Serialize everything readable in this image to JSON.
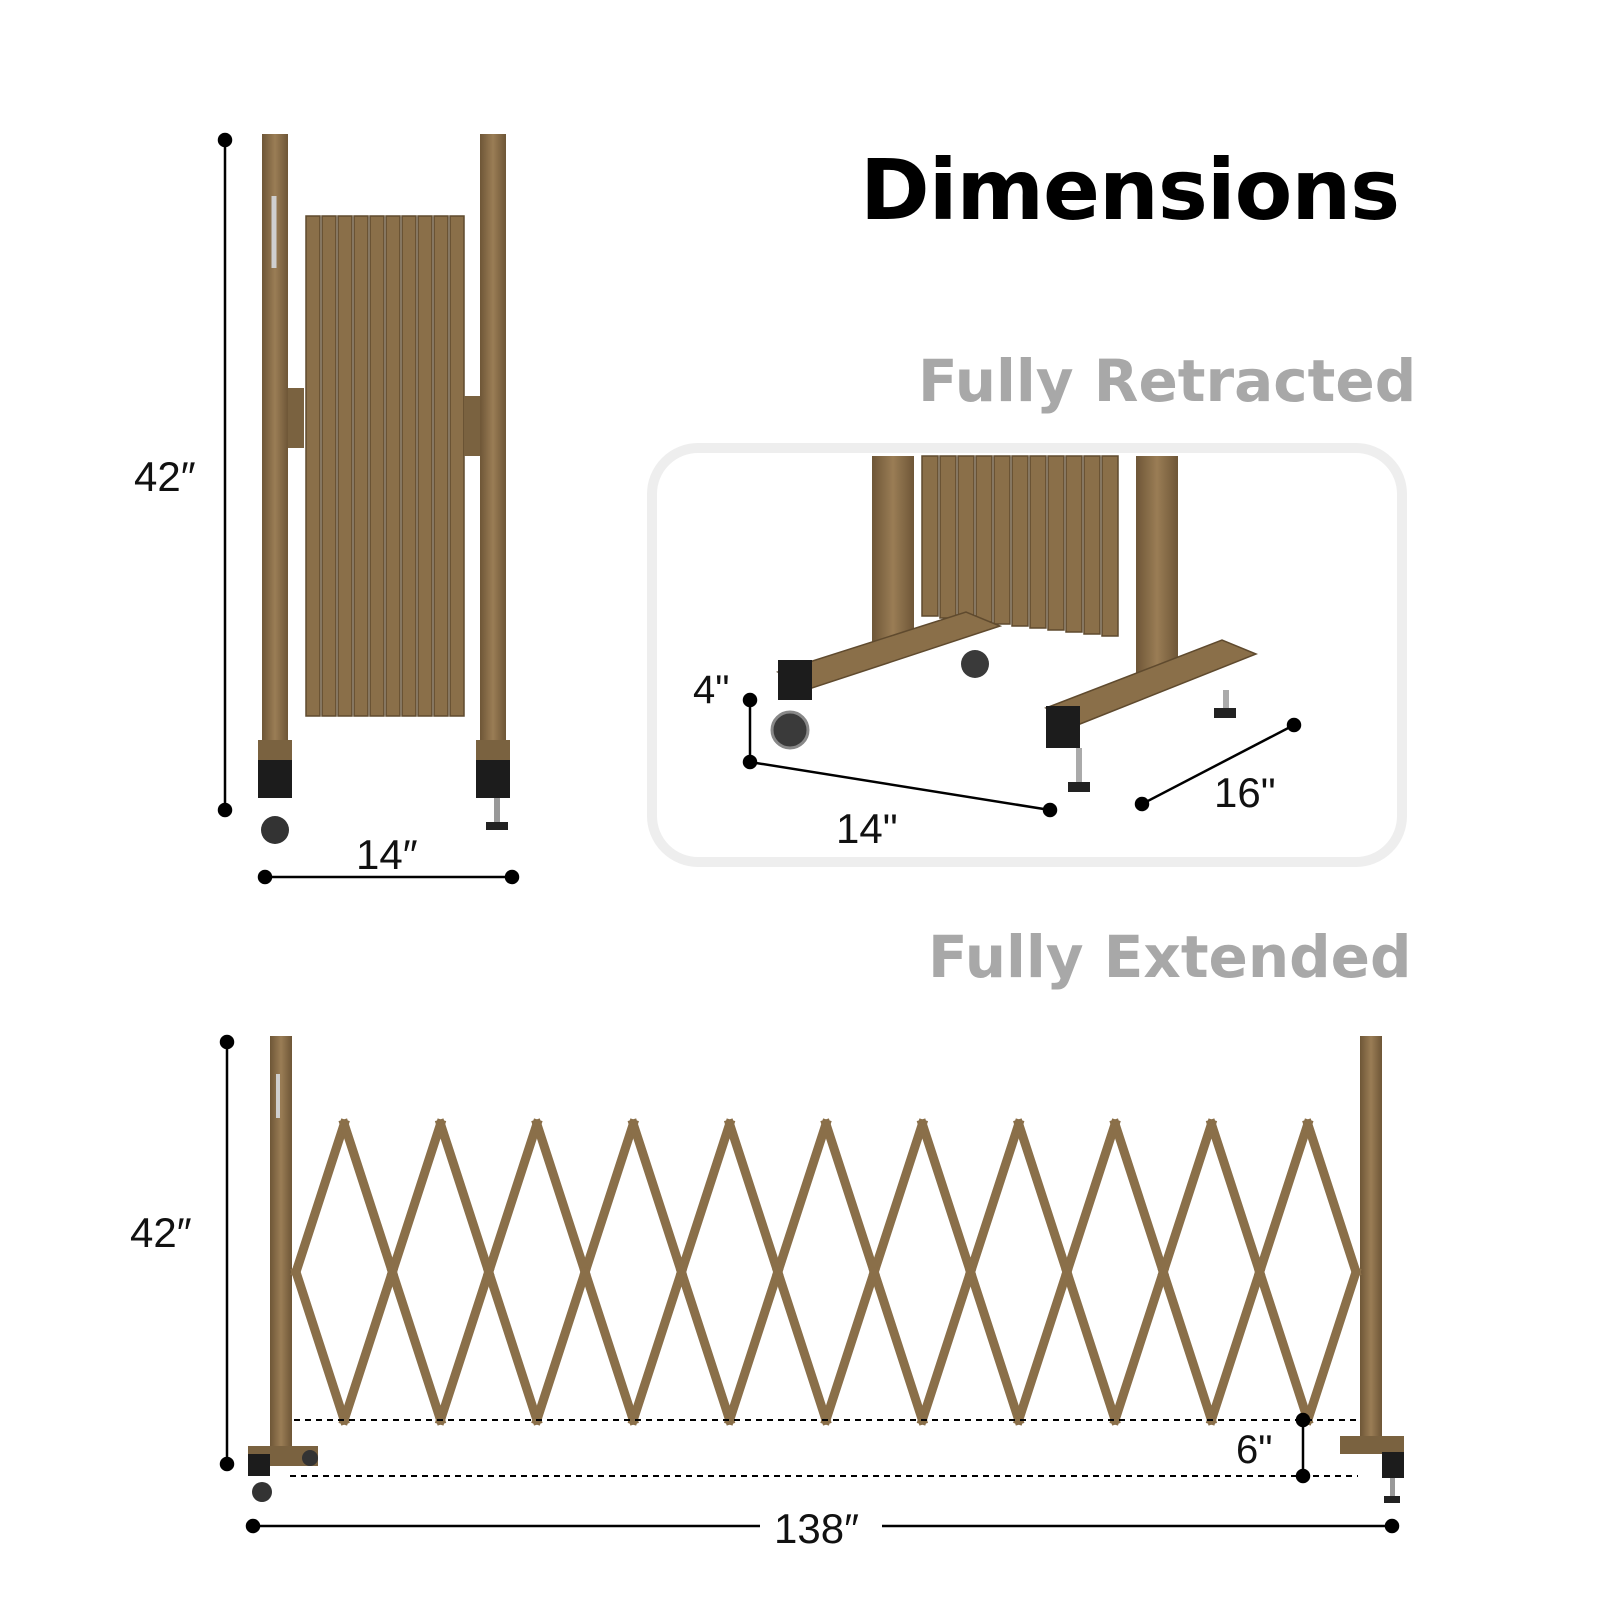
{
  "title": "Dimensions",
  "sections": {
    "retracted_label": "Fully Retracted",
    "extended_label": "Fully Extended"
  },
  "dimensions": {
    "front_height": "42″",
    "front_width": "14″",
    "detail_wheel_height": "4\"",
    "detail_base_width": "14\"",
    "detail_base_depth": "16\"",
    "extended_height": "42″",
    "extended_ground_clearance": "6\"",
    "extended_width": "138″"
  },
  "colors": {
    "frame": "#8a6f49",
    "frame_dark": "#6e5637",
    "foot": "#1c1c1c",
    "panel_border": "#eeeeee",
    "subtitle": "#a8a8a8"
  }
}
